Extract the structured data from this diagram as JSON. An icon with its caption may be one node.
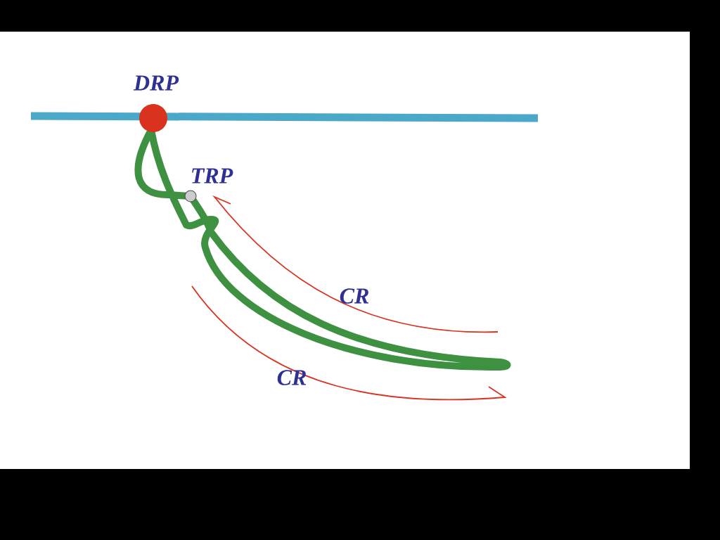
{
  "diagram": {
    "labels": [
      "DRP",
      "TRP",
      "CR",
      "CR"
    ]
  }
}
